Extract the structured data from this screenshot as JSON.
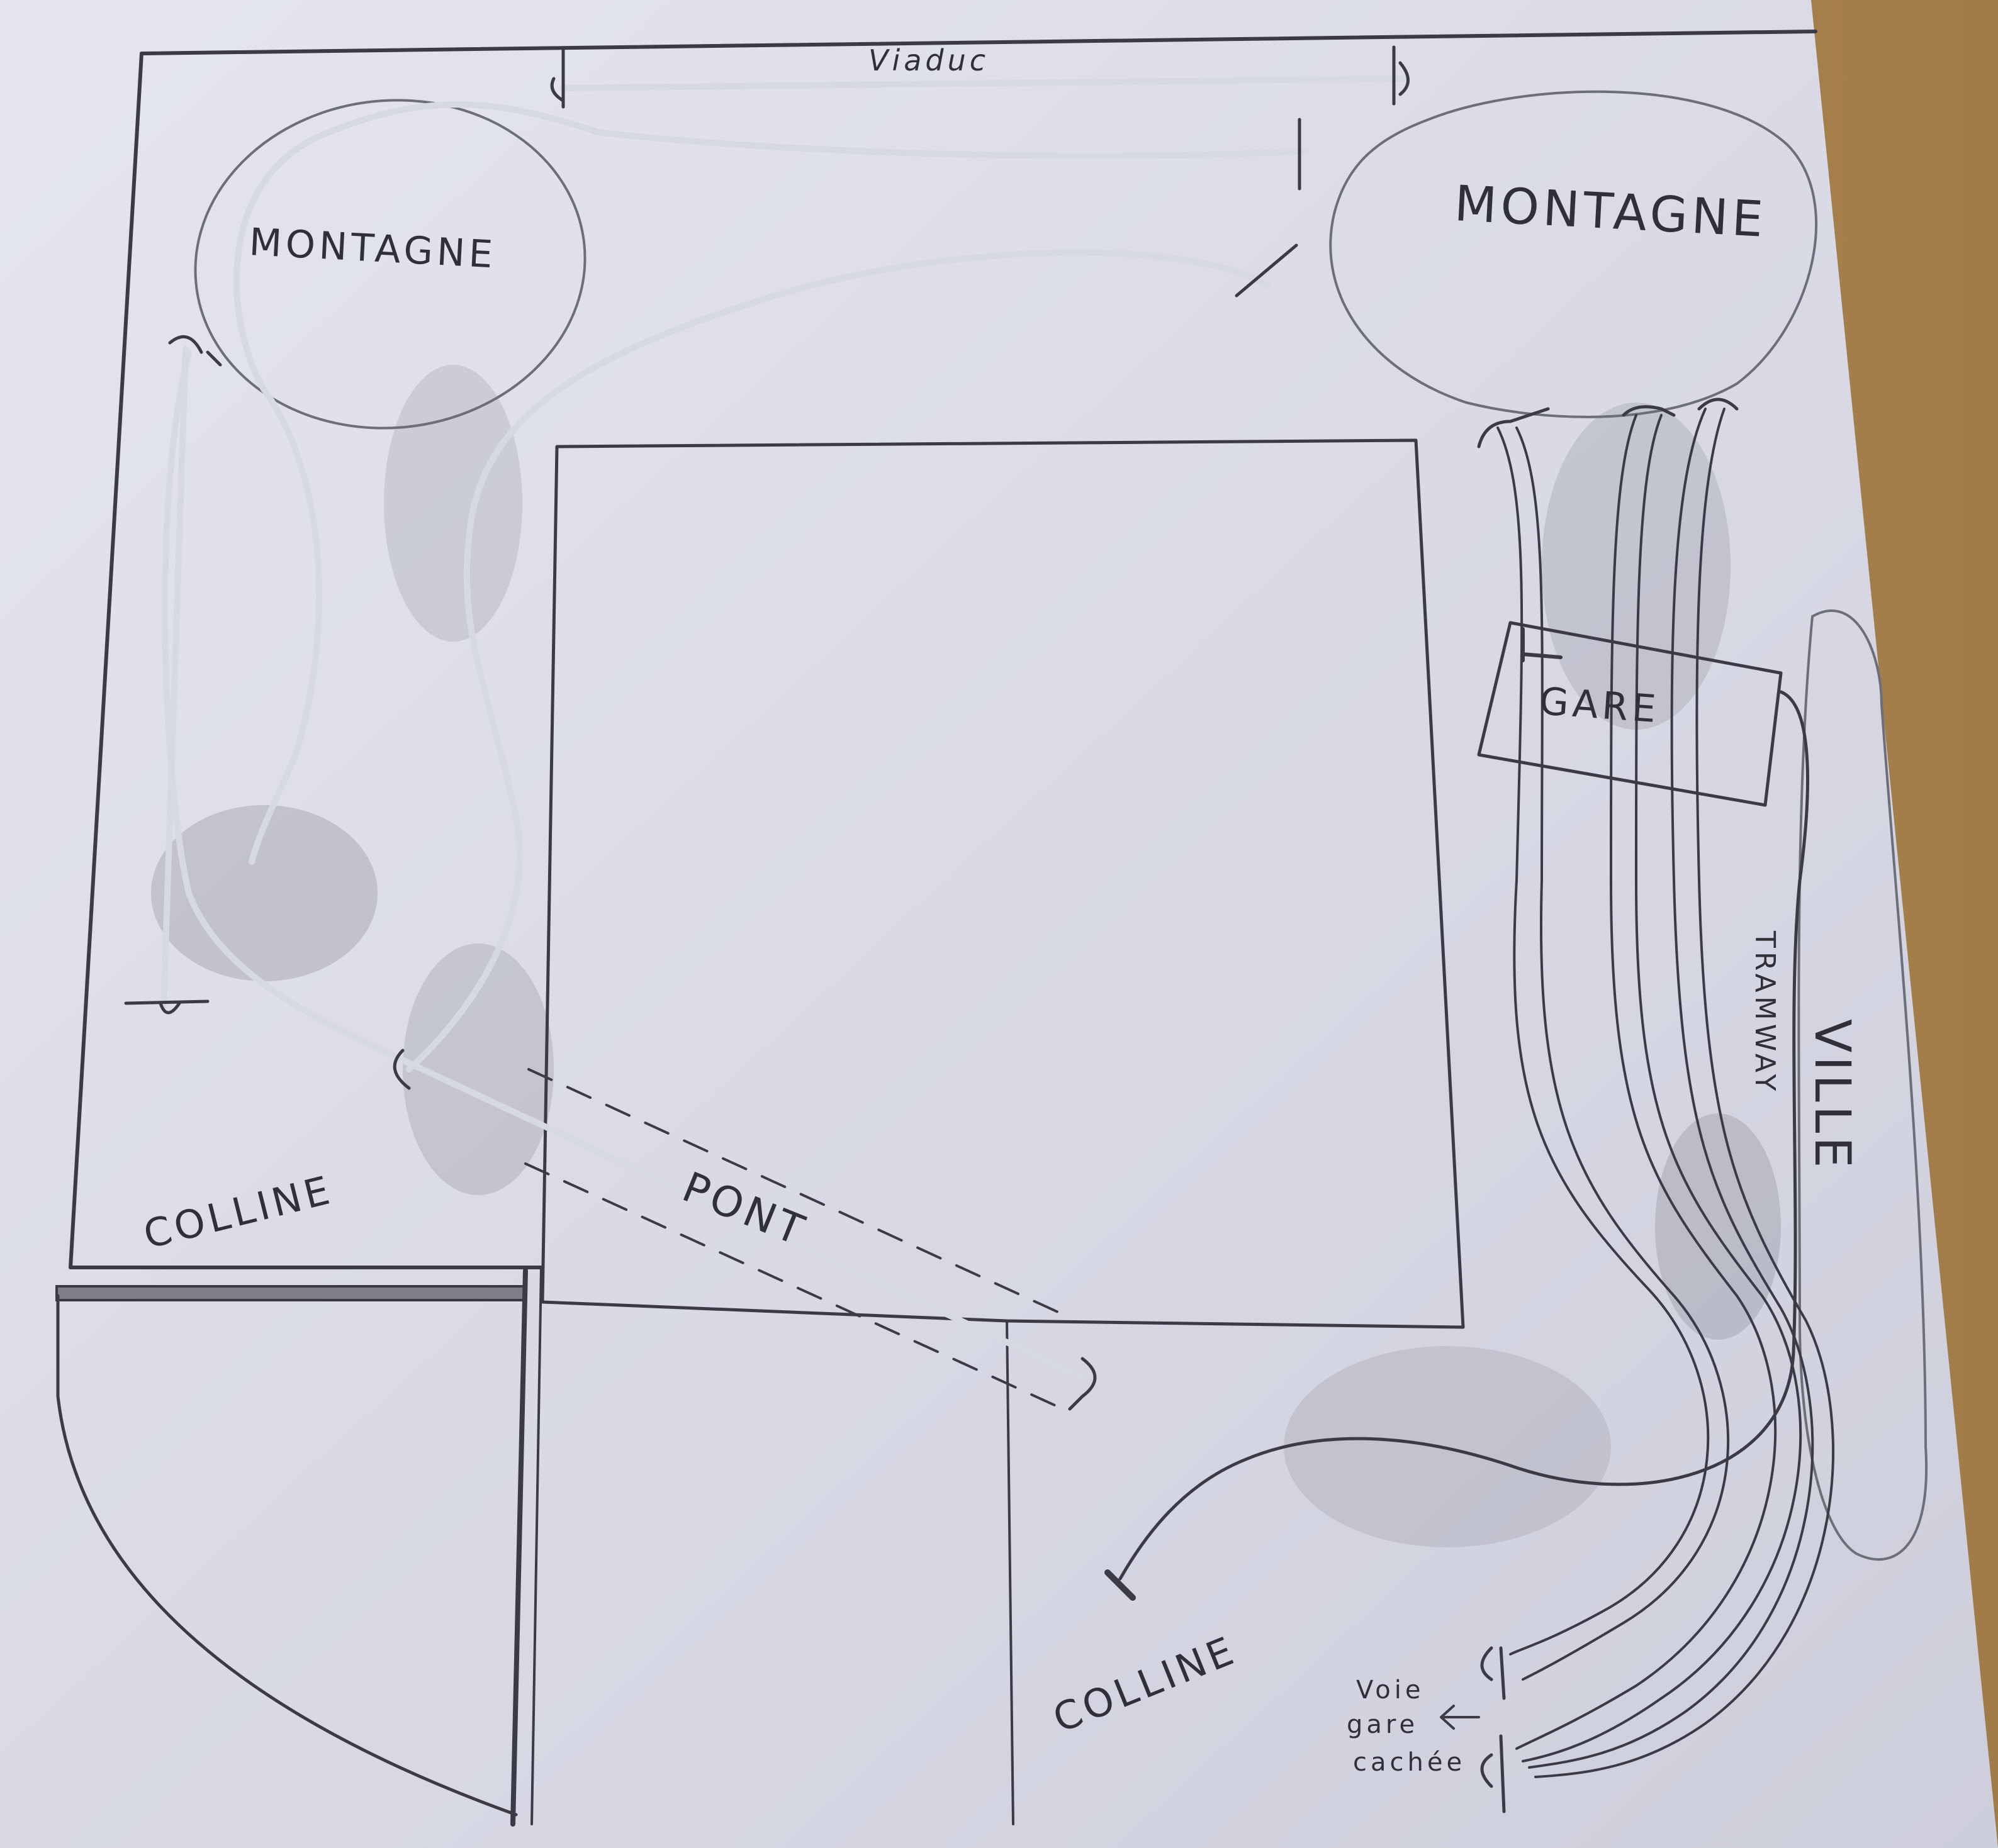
{
  "labels": {
    "viaduc": "Viaduc",
    "montagne_left": "MONTAGNE",
    "montagne_right": "MONTAGNE",
    "gare": "GARE",
    "tramway": "TRAMWAY",
    "ville": "VILLE",
    "pont": "PONT",
    "colline_left": "COLLINE",
    "colline_right": "COLLINE",
    "voie_gare_cachee_1": "Voie",
    "voie_gare_cachee_2": "gare",
    "voie_gare_cachee_3": "cachée"
  },
  "colors": {
    "paper": "#dcdde8",
    "pencil": "#3a3b44",
    "shading": "#9a9ba6",
    "desk": "#b08a56"
  }
}
